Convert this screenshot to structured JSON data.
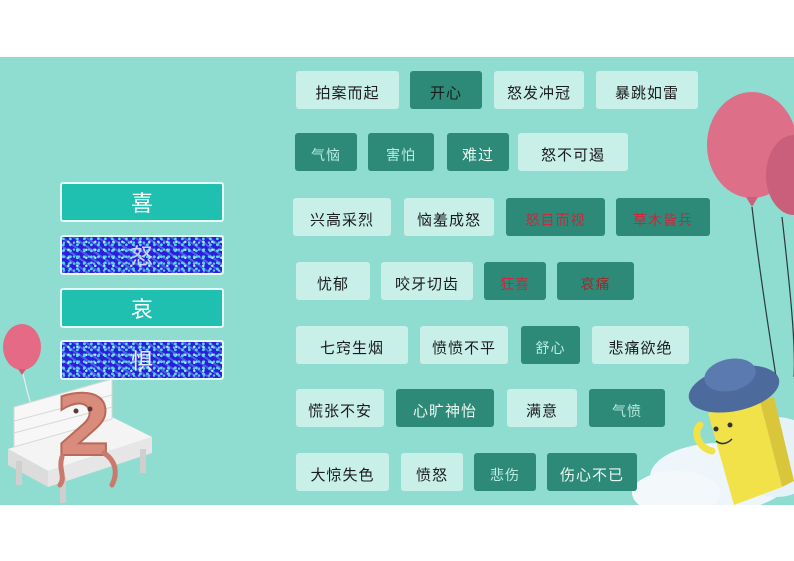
{
  "categories": [
    "喜",
    "怒",
    "哀",
    "惧"
  ],
  "word_rows": [
    [
      "拍案而起",
      "开心",
      "怒发冲冠",
      "暴跳如雷"
    ],
    [
      "气恼",
      "害怕",
      "难过",
      "怒不可遏"
    ],
    [
      "兴高采烈",
      "恼羞成怒",
      "怒目而视",
      "草木皆兵"
    ],
    [
      "忧郁",
      "咬牙切齿",
      "狂喜",
      "哀痛"
    ],
    [
      "七窍生烟",
      "愤愤不平",
      "舒心",
      "悲痛欲绝"
    ],
    [
      "慌张不安",
      "心旷神怡",
      "满意",
      "气愤"
    ],
    [
      "大惊失色",
      "愤怒",
      "悲伤",
      "伤心不已"
    ]
  ],
  "decoration_number": "2",
  "colors": {
    "background": "#8fdcd0",
    "category_button": "#1fc0b0",
    "word_light": "#c8efe8",
    "word_dark": "#2e8a78",
    "word_red_text": "#d2233a"
  }
}
